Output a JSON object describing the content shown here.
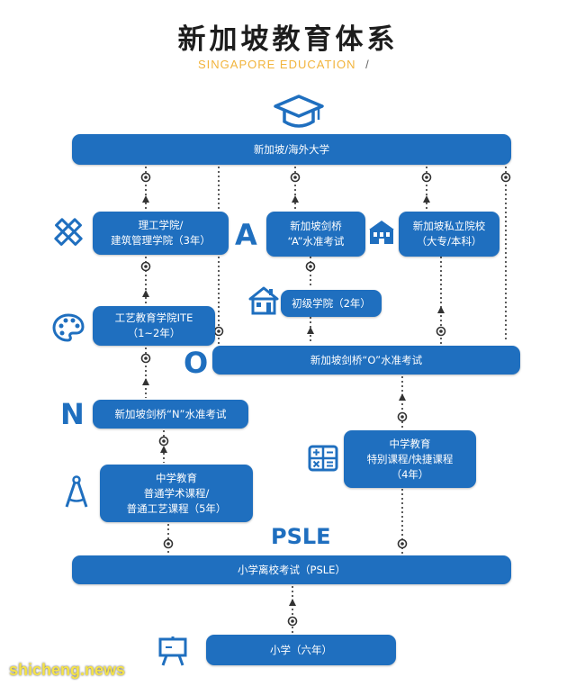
{
  "header": {
    "title": "新加坡教育体系",
    "subtitle": "SINGAPORE EDUCATION"
  },
  "boxes": {
    "university": "新加坡/海外大学",
    "poly_lines": [
      "理工学院/",
      "建筑管理学院（3年）"
    ],
    "a_level_lines": [
      "新加坡剑桥",
      "“A”水准考试"
    ],
    "private_lines": [
      "新加坡私立院校",
      "（大专/本科）"
    ],
    "junior_college": "初级学院（2年）",
    "ite_lines": [
      "工艺教育学院ITE",
      "（1~2年）"
    ],
    "o_level": "新加坡剑桥“O”水准考试",
    "n_level": "新加坡剑桥“N”水准考试",
    "secondary_special_lines": [
      "中学教育",
      "特别课程/快捷课程",
      "（4年）"
    ],
    "secondary_normal_lines": [
      "中学教育",
      "普通学术课程/",
      "普通工艺课程（5年）"
    ],
    "psle": "小学离校考试（PSLE）",
    "primary": "小学（六年）"
  },
  "letters": {
    "a": "A",
    "o": "O",
    "n": "N",
    "psle": "PSLE"
  },
  "watermark": "shicheng.news",
  "icons": [
    "graduation-cap-icon",
    "ruler-pencil-icon",
    "school-building-icon",
    "house-icon",
    "palette-icon",
    "calculator-icon",
    "compass-icon",
    "easel-icon"
  ],
  "colors": {
    "box": "#1f6fbf",
    "title": "#1d1d1d",
    "subtitle": "#f2b43c",
    "connector": "#333333"
  }
}
